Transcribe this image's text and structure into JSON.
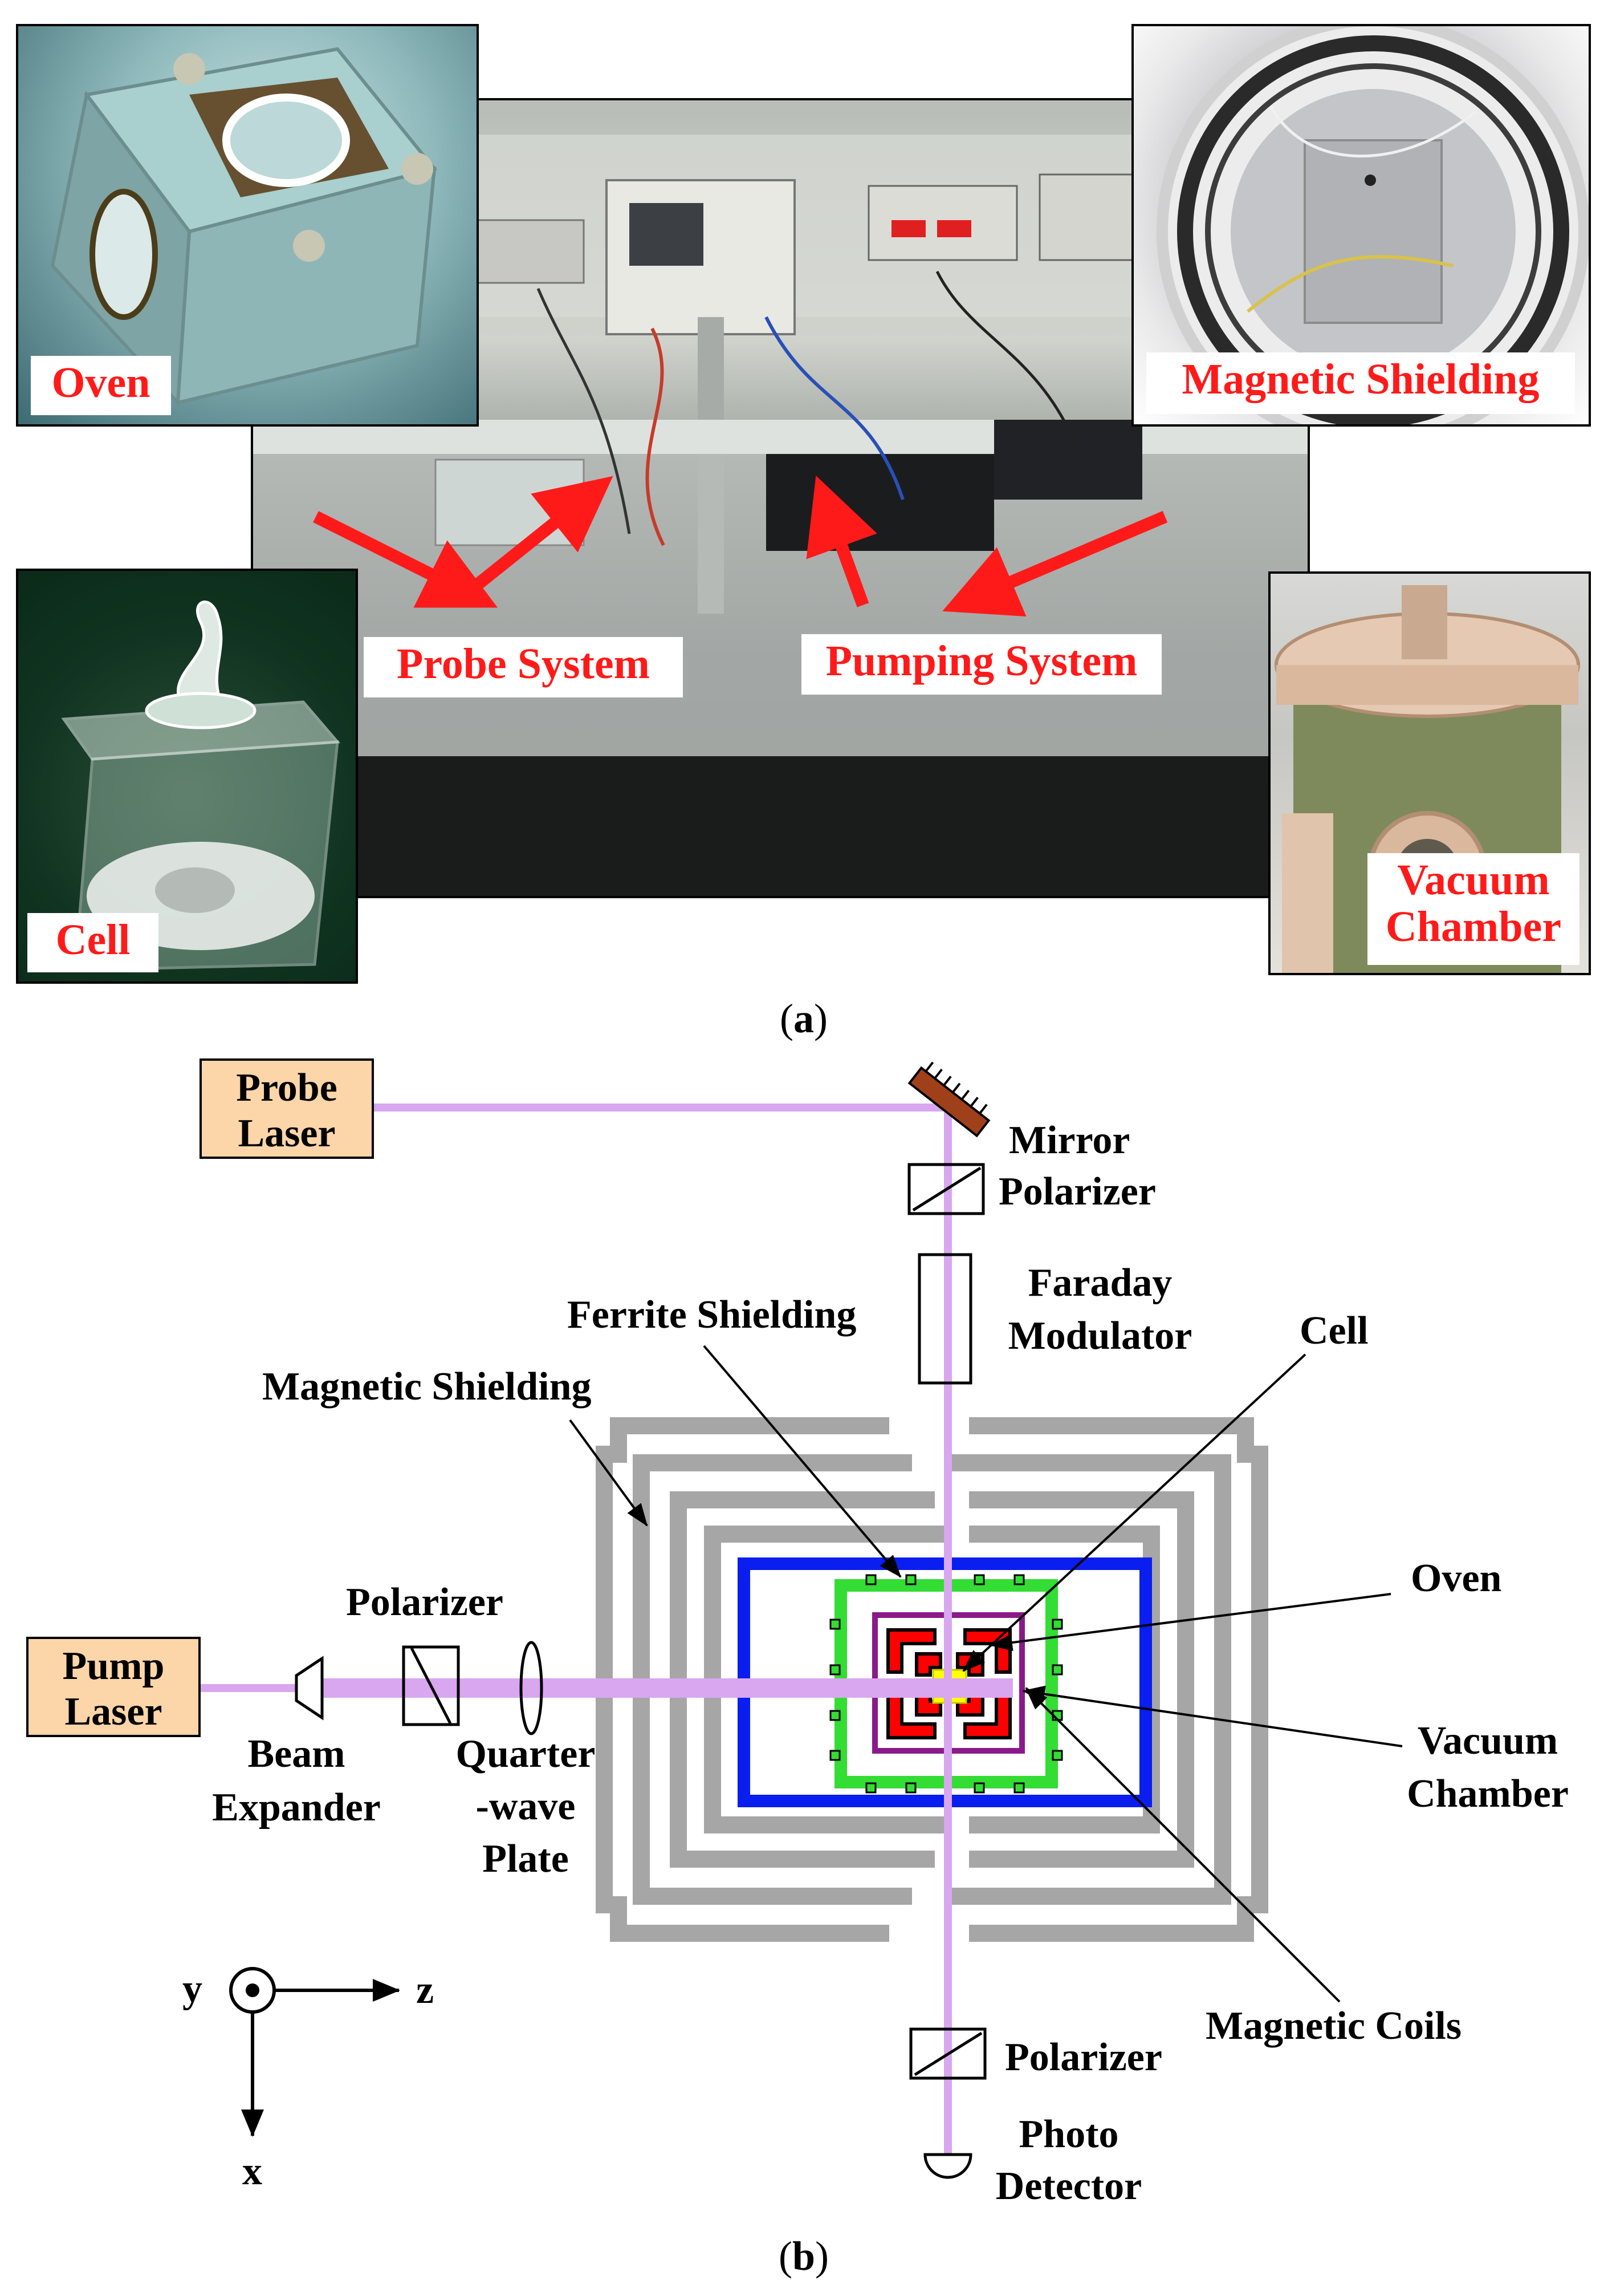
{
  "figure_a": {
    "caption_letter": "a",
    "callouts": {
      "oven": "Oven",
      "magnetic_shielding": "Magnetic Shielding",
      "cell": "Cell",
      "vacuum_chamber_line1": "Vacuum",
      "vacuum_chamber_line2": "Chamber",
      "probe_system": "Probe System",
      "pumping_system": "Pumping System"
    }
  },
  "figure_b": {
    "caption_letter": "b",
    "labels": {
      "probe_laser_1": "Probe",
      "probe_laser_2": "Laser",
      "pump_laser_1": "Pump",
      "pump_laser_2": "Laser",
      "mirror": "Mirror",
      "polarizer_top": "Polarizer",
      "faraday_1": "Faraday",
      "faraday_2": "Modulator",
      "ferrite_shielding": "Ferrite Shielding",
      "cell": "Cell",
      "magnetic_shielding": "Magnetic Shielding",
      "oven": "Oven",
      "polarizer_pump": "Polarizer",
      "vacuum_1": "Vacuum",
      "vacuum_2": "Chamber",
      "beam_expander_1": "Beam",
      "beam_expander_2": "Expander",
      "qwp_1": "Quarter",
      "qwp_2": "-wave",
      "qwp_3": "Plate",
      "magnetic_coils": "Magnetic Coils",
      "polarizer_bottom": "Polarizer",
      "photo_1": "Photo",
      "photo_2": "Detector",
      "axis_y": "y",
      "axis_z": "z",
      "axis_x": "x"
    }
  },
  "colors": {
    "callout_text": "#ff1a1a",
    "arrow_red": "#ff1a1a",
    "laser_box": "#fcd5a8",
    "beam": "#d9a6f0",
    "shield_gray": "#a6a6a6",
    "vacuum_blue": "#0a1ef0",
    "ferrite_green": "#33dd33",
    "oven_purple": "#8a1a8a",
    "coil_red": "#ff0000",
    "cell_yellow": "#ffff00",
    "mirror_brown": "#a0401a"
  }
}
